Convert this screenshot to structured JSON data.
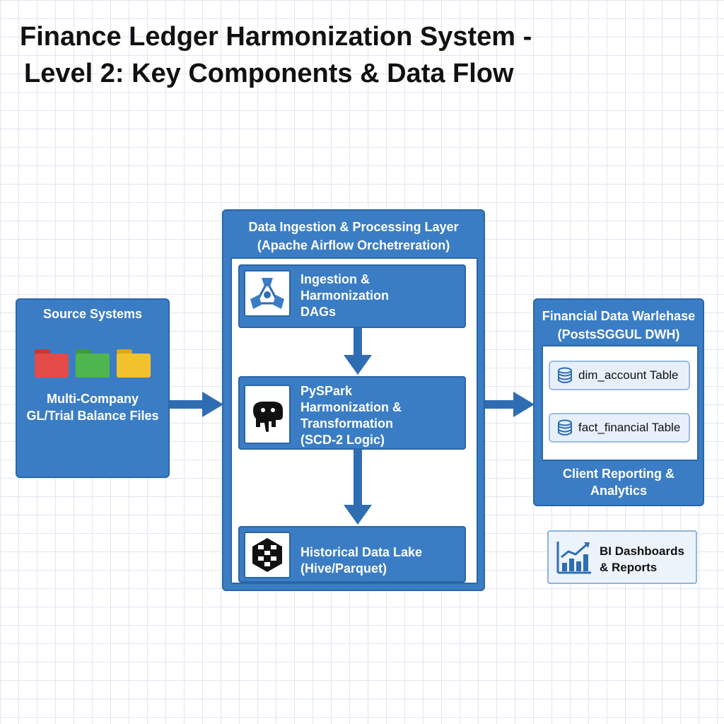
{
  "title": {
    "line1": "Finance Ledger Harmonization System -",
    "line2": "Level 2: Key Components & Data Flow"
  },
  "source": {
    "heading": "Source Systems",
    "description": "Multi-Company\nGL/Trial Balance Files",
    "folder_colors": [
      "#e24b47",
      "#4fb54e",
      "#f2c12e"
    ]
  },
  "processing": {
    "heading": "Data Ingestion & Processing Layer\n(Apache Airflow Orchetreration)",
    "steps": [
      {
        "label": "Ingestion &\nHarmonization\nDAGs",
        "icon": "airflow-icon"
      },
      {
        "label": "PySPark\nHarmonization &\nTransformation\n(SCD-2 Logic)",
        "icon": "spark-elephant-icon"
      },
      {
        "label": "Historical Data Lake\n(Hive/Parquet)",
        "icon": "data-lake-cube-icon"
      }
    ]
  },
  "warehouse": {
    "heading": "Financial Data Warlehase\n(PostsSGGUL DWH)",
    "tables": [
      "dim_account Table",
      "fact_financial Table"
    ],
    "footer": "Client Reporting &\nAnalytics"
  },
  "bi": {
    "label": "BI Dashboards\n& Reports",
    "icon": "bar-chart-icon"
  },
  "colors": {
    "panel": "#3b7dc4",
    "panel_border": "#2a66a8",
    "arrow": "#2f6db3"
  }
}
